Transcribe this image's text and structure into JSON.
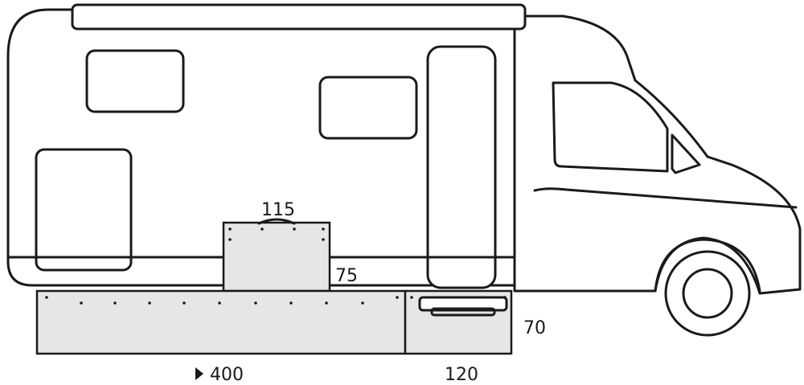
{
  "dimensions": {
    "box_top_width": "115",
    "box_top_height": "75",
    "rear_box_height": "70",
    "main_box_length": "400",
    "rear_box_length": "120"
  },
  "colors": {
    "outline": "#1a1a1a",
    "box_fill": "#e6e6e6",
    "background": "#ffffff"
  },
  "icons": {
    "length_marker": "triangle-right-icon"
  }
}
